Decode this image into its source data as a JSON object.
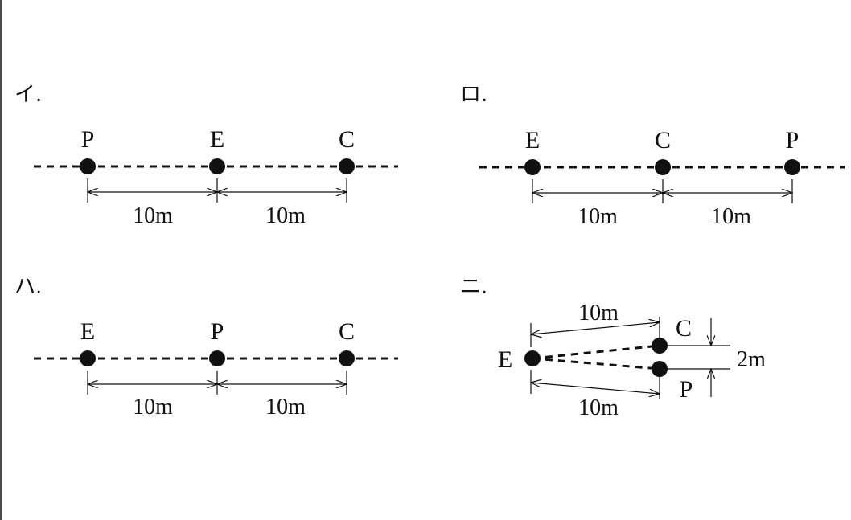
{
  "panels": [
    {
      "label": "イ.",
      "points": [
        "P",
        "E",
        "C"
      ],
      "dimensions": [
        "10m",
        "10m"
      ]
    },
    {
      "label": "ロ.",
      "points": [
        "E",
        "C",
        "P"
      ],
      "dimensions": [
        "10m",
        "10m"
      ]
    },
    {
      "label": "ハ.",
      "points": [
        "E",
        "P",
        "C"
      ],
      "dimensions": [
        "10m",
        "10m"
      ]
    },
    {
      "label": "ニ.",
      "points": [
        "E",
        "C",
        "P"
      ],
      "dimensions": [
        "10m",
        "10m",
        "2m"
      ]
    }
  ],
  "colors": {
    "ink": "#111111",
    "background": "#ffffff"
  }
}
